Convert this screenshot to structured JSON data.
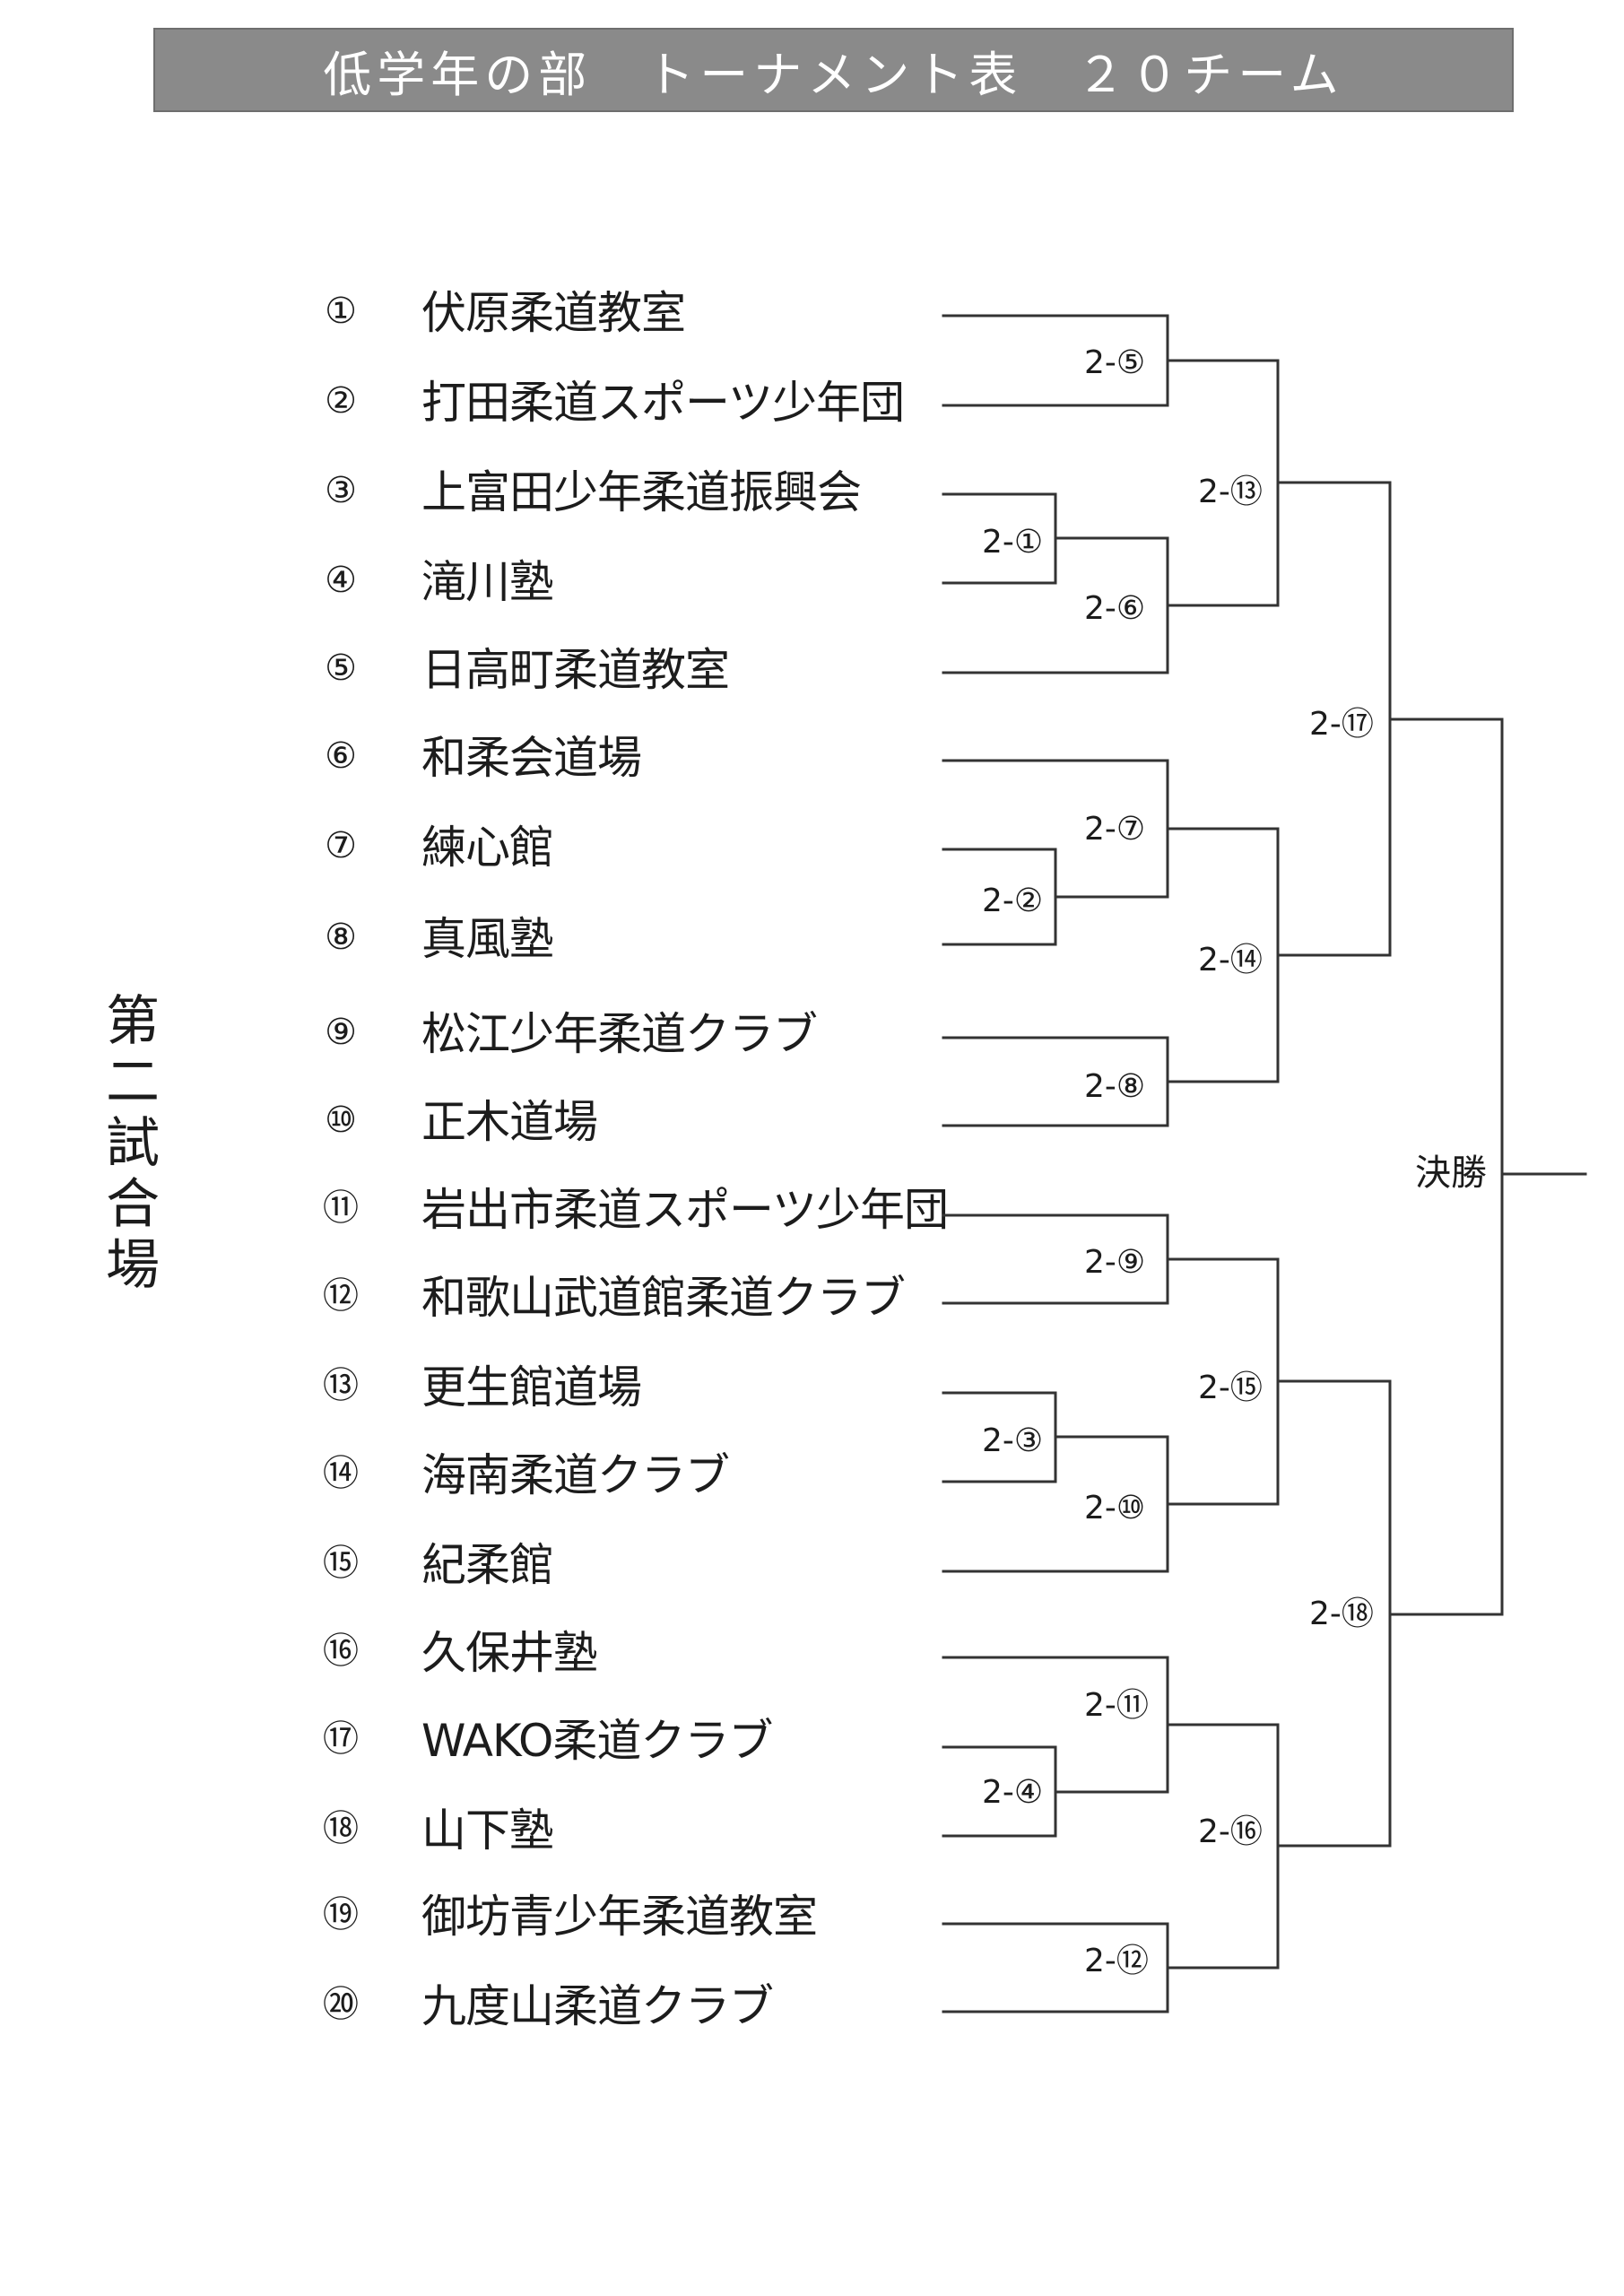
{
  "header": {
    "title": "低学年の部　トーナメント表　２０チーム"
  },
  "venue": {
    "chars": [
      "第",
      "二",
      "試",
      "合",
      "場"
    ]
  },
  "teams": [
    {
      "no": "①",
      "name": "伏原柔道教室"
    },
    {
      "no": "②",
      "name": "打田柔道スポーツ少年団"
    },
    {
      "no": "③",
      "name": "上富田少年柔道振興会"
    },
    {
      "no": "④",
      "name": "滝川塾"
    },
    {
      "no": "⑤",
      "name": "日高町柔道教室"
    },
    {
      "no": "⑥",
      "name": "和柔会道場"
    },
    {
      "no": "⑦",
      "name": "練心館"
    },
    {
      "no": "⑧",
      "name": "真風塾"
    },
    {
      "no": "⑨",
      "name": "松江少年柔道クラブ"
    },
    {
      "no": "⑩",
      "name": "正木道場"
    },
    {
      "no": "⑪",
      "name": "岩出市柔道スポーツ少年団"
    },
    {
      "no": "⑫",
      "name": "和歌山武道館柔道クラブ"
    },
    {
      "no": "⑬",
      "name": "更生館道場"
    },
    {
      "no": "⑭",
      "name": "海南柔道クラブ"
    },
    {
      "no": "⑮",
      "name": "紀柔館"
    },
    {
      "no": "⑯",
      "name": "久保井塾"
    },
    {
      "no": "⑰",
      "name": "WAKO柔道クラブ"
    },
    {
      "no": "⑱",
      "name": "山下塾"
    },
    {
      "no": "⑲",
      "name": "御坊青少年柔道教室"
    },
    {
      "no": "⑳",
      "name": "九度山柔道クラブ"
    }
  ],
  "matches": {
    "m2_1": "2-①",
    "m2_2": "2-②",
    "m2_3": "2-③",
    "m2_4": "2-④",
    "m2_5": "2-⑤",
    "m2_6": "2-⑥",
    "m2_7": "2-⑦",
    "m2_8": "2-⑧",
    "m2_9": "2-⑨",
    "m2_10": "2-⑩",
    "m2_11": "2-⑪",
    "m2_12": "2-⑫",
    "m2_13": "2-⑬",
    "m2_14": "2-⑭",
    "m2_15": "2-⑮",
    "m2_16": "2-⑯",
    "m2_17": "2-⑰",
    "m2_18": "2-⑱",
    "final": "決勝"
  }
}
